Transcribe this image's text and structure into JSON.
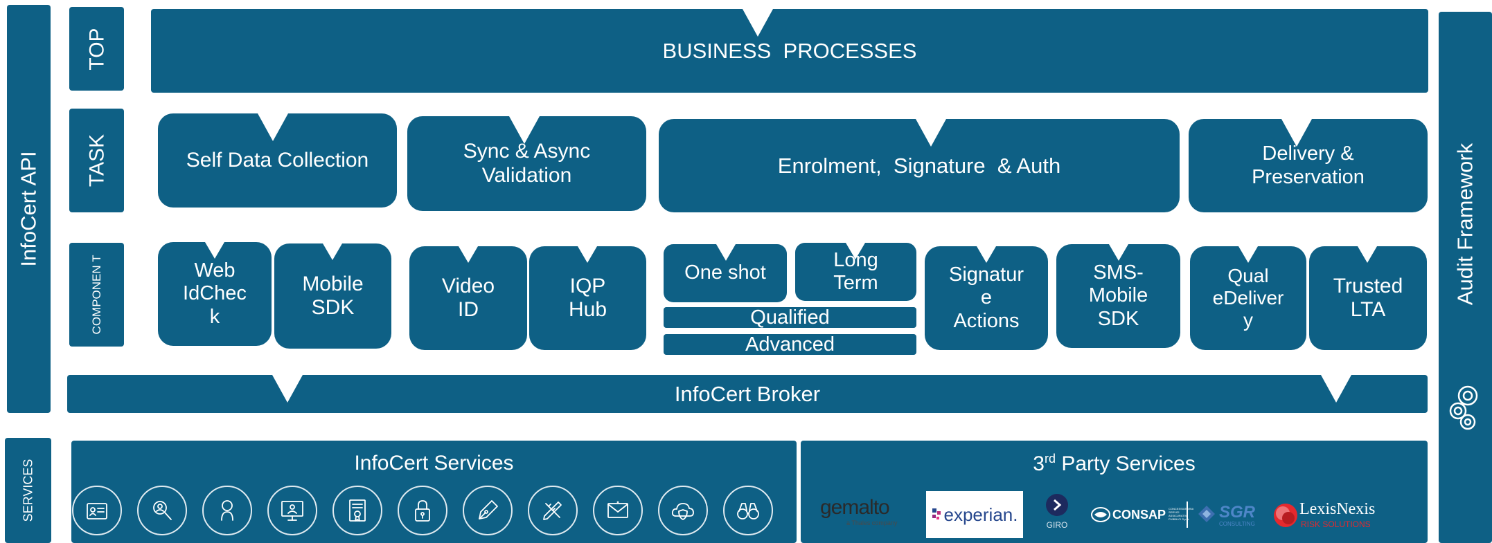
{
  "left_bar": {
    "label": "InfoCert API"
  },
  "right_bar": {
    "label": "Audit Framework",
    "icon": "gears-icon"
  },
  "rows": {
    "top": "TOP",
    "task": "TASK",
    "component": "COMPONEN\nT",
    "services": "SERVICES"
  },
  "business_processes": "BUSINESS  PROCESSES",
  "tasks": [
    "Self Data Collection",
    "Sync & Async\nValidation",
    "Enrolment,  Signature  & Auth",
    "Delivery &\nPreservation"
  ],
  "components": {
    "web_idcheck": "Web\nIdChec\nk",
    "mobile_sdk": "Mobile\nSDK",
    "video_id": "Video\nID",
    "iqp_hub": "IQP\nHub",
    "one_shot": "One shot",
    "long_term": "Long\nTerm",
    "qualified": "Qualified",
    "advanced": "Advanced",
    "signature_actions": "Signatur\ne\nActions",
    "sms_mobile_sdk": "SMS-\nMobile\nSDK",
    "qual_edelivery": "Qual\neDeliver\ny",
    "trusted_lta": "Trusted\nLTA"
  },
  "broker": "InfoCert Broker",
  "infocert_services": {
    "title": "InfoCert Services",
    "icons": [
      "id-card-icon",
      "search-user-icon",
      "user-profile-icon",
      "monitor-user-icon",
      "certificate-document-icon",
      "padlock-icon",
      "fountain-pen-icon",
      "pencil-ruler-icon",
      "email-icon",
      "cloud-shield-icon",
      "binoculars-icon"
    ]
  },
  "third_party": {
    "title_main": "3",
    "title_sup": "rd",
    "title_rest": " Party Services",
    "logos": {
      "gemalto": "gemalto",
      "gemalto_sub": "a Thales company",
      "experian": "experian.",
      "giro": "GIRO",
      "consap": "CONSAP",
      "consap_small": "CONCESSIONARIA SERVIZI ASSICURATIVI PUBBLICI S.p.A.",
      "sgr": "SGR",
      "sgr_sub": "CONSULTING",
      "lexisnexis": "LexisNexis",
      "lexisnexis_sub": "RISK SOLUTIONS"
    }
  },
  "colors": {
    "block": "#0e6085",
    "background": "#ffffff"
  }
}
